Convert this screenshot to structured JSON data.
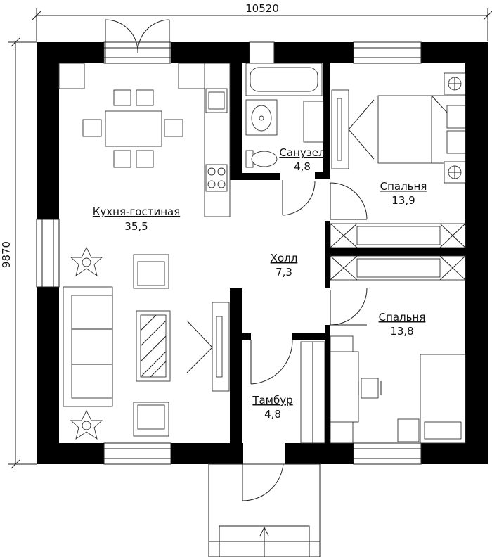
{
  "dimensions": {
    "width": "10520",
    "height": "9870"
  },
  "rooms": {
    "living": {
      "name": "Кухня-гостиная",
      "area": "35,5"
    },
    "bath": {
      "name": "Санузел",
      "area": "4,8"
    },
    "bed1": {
      "name": "Спальня",
      "area": "13,9"
    },
    "hall": {
      "name": "Холл",
      "area": "7,3"
    },
    "bed2": {
      "name": "Спальня",
      "area": "13,8"
    },
    "vestibule": {
      "name": "Тамбур",
      "area": "4,8"
    }
  }
}
